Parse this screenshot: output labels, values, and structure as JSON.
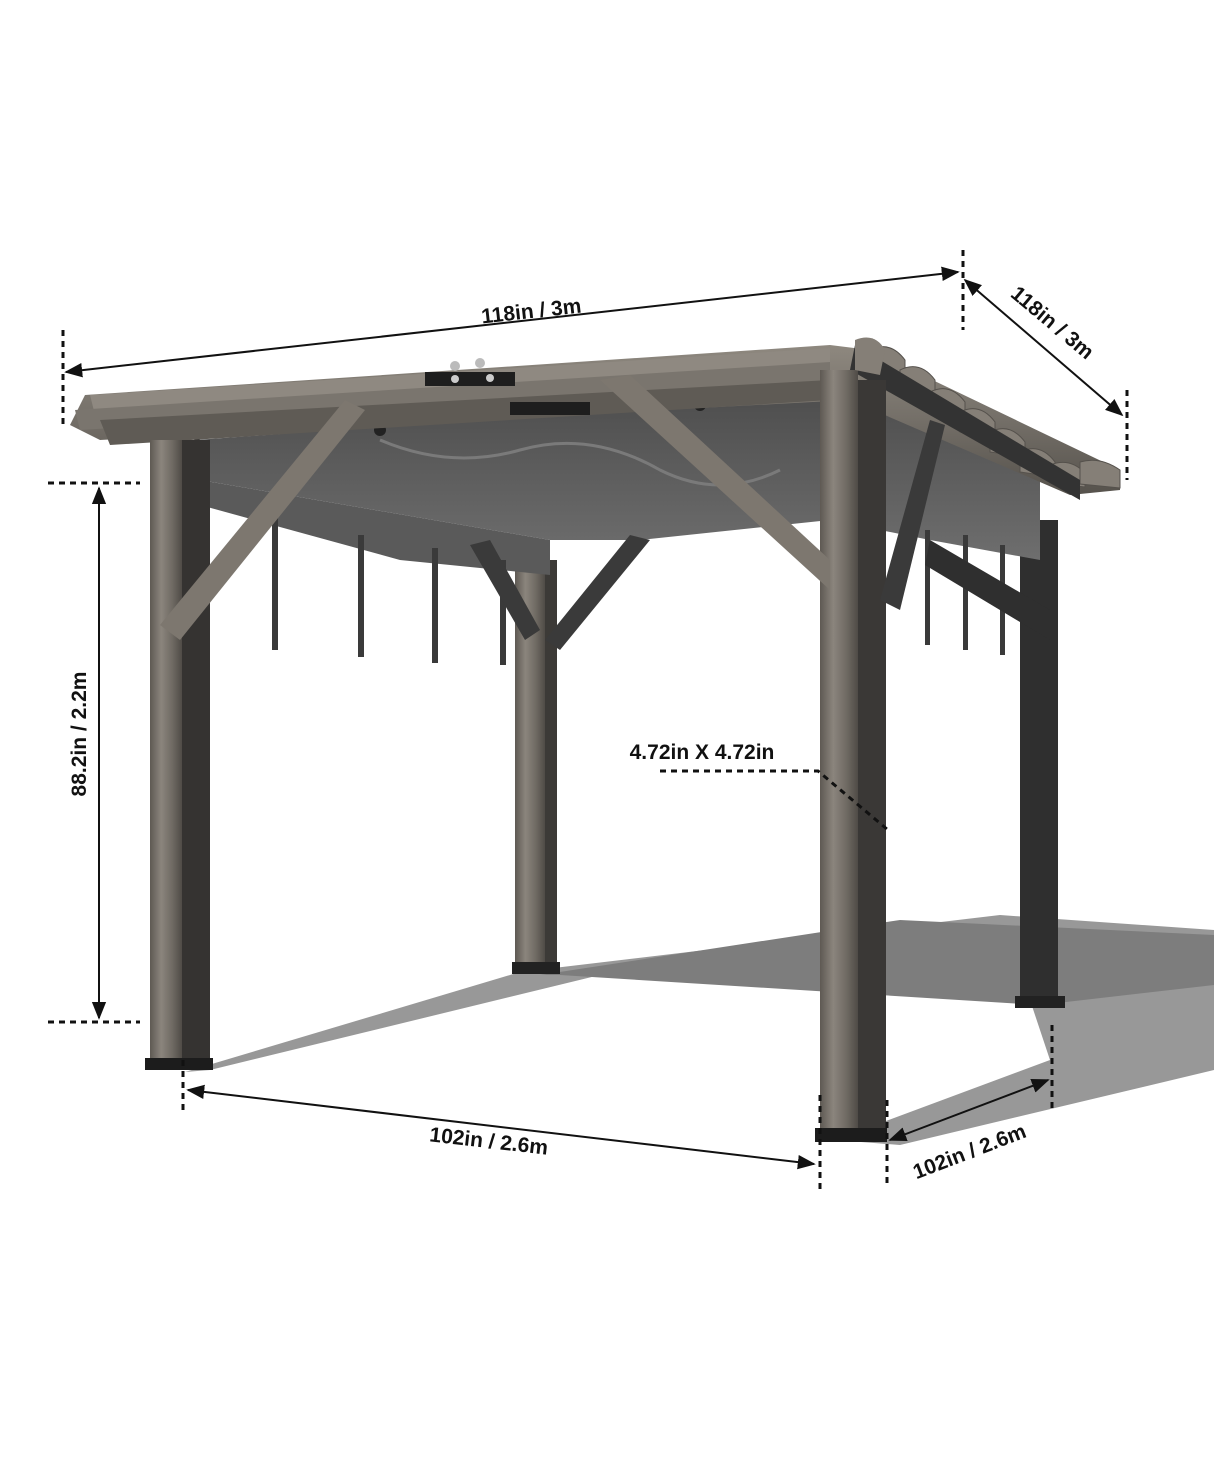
{
  "diagram": {
    "subject": "pergola with retractable shade canopy",
    "colors": {
      "wood": "#6f6a63",
      "wood_light": "#8b857d",
      "wood_dark": "#4a4641",
      "steel": "#2e2e2e",
      "canopy": "#5c5c5c",
      "canopy_light": "#707070",
      "shadow": "#8a8a8a",
      "line": "#111111",
      "background": "#ffffff"
    },
    "dimensions": {
      "roof_length": "118in  / 3m",
      "roof_depth": "118in / 3m",
      "height": "88.2in / 2.2m",
      "post_size": "4.72in X 4.72in",
      "base_width": "102in  / 2.6m",
      "base_depth": "102in / 2.6m"
    }
  }
}
